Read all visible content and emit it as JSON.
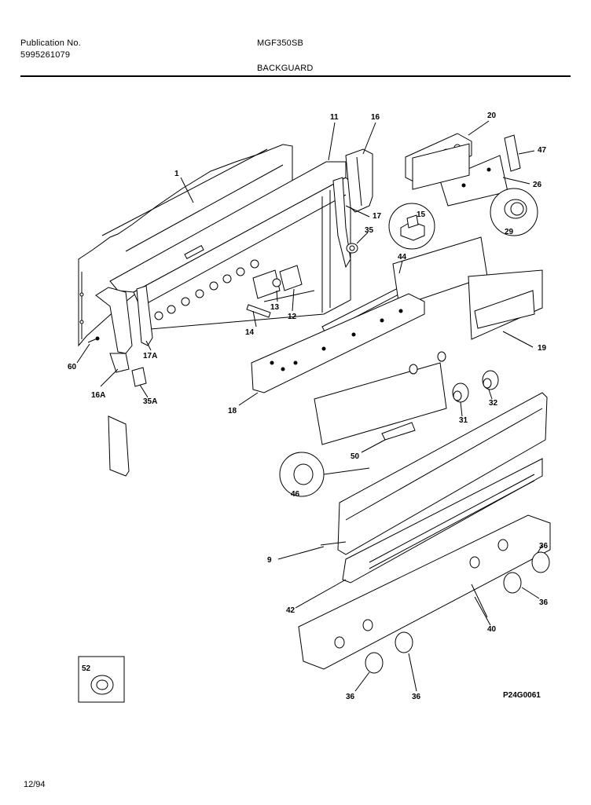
{
  "header": {
    "publication_label": "Publication No.",
    "publication_number": "5995261079",
    "model": "MGF350SB",
    "section": "BACKGUARD"
  },
  "footer": {
    "date": "12/94",
    "drawing_id": "P24G0061"
  },
  "callouts": {
    "c1": "1",
    "c11": "11",
    "c16_top": "16",
    "c20": "20",
    "c47": "47",
    "c26": "26",
    "c15": "15",
    "c17": "17",
    "c35": "35",
    "c29": "29",
    "c44": "44",
    "c13": "13",
    "c12": "12",
    "c14": "14",
    "c60": "60",
    "c17A": "17A",
    "c16A": "16A",
    "c35A": "35A",
    "c19": "19",
    "c18": "18",
    "c31": "31",
    "c32": "32",
    "c50": "50",
    "c46": "46",
    "c9": "9",
    "c36_a": "36",
    "c36_b": "36",
    "c36_c": "36",
    "c36_d": "36",
    "c42": "42",
    "c40": "40",
    "c52": "52"
  }
}
